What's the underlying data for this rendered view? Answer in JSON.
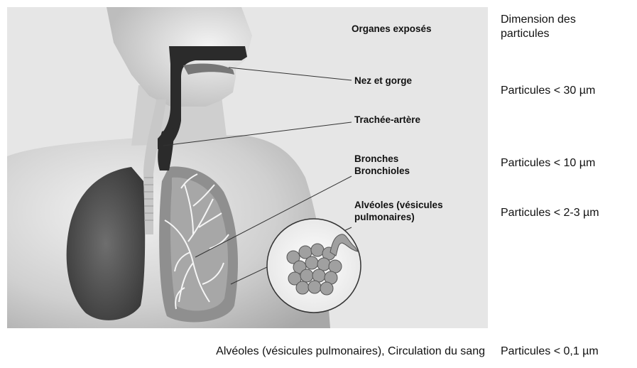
{
  "labels": {
    "exposed_organs": "Organes exposés",
    "nose_throat": "Nez et gorge",
    "trachea": "Trachée-artère",
    "bronchi": "Bronches",
    "bronchioles": "Bronchioles",
    "alveoli_line1": "Alvéoles (vésicules",
    "alveoli_line2": "pulmonaires)"
  },
  "sizes": {
    "header_line1": "Dimension des",
    "header_line2": "particules",
    "nose_throat": "Particules < 30 µm",
    "bronchi": "Particules < 10 µm",
    "alveoli": "Particules < 2-3 µm"
  },
  "bottom_row": {
    "organs": "Alvéoles (vésicules pulmonaires), Circulation du sang",
    "size": "Particules < 0,1 µm"
  },
  "colors": {
    "panel_bg": "#e6e6e6",
    "body_fill": "#d3d3d3",
    "lung_dark": "#4a4a4a",
    "lung_light": "#9c9c9c",
    "airway": "#2b2b2b"
  }
}
